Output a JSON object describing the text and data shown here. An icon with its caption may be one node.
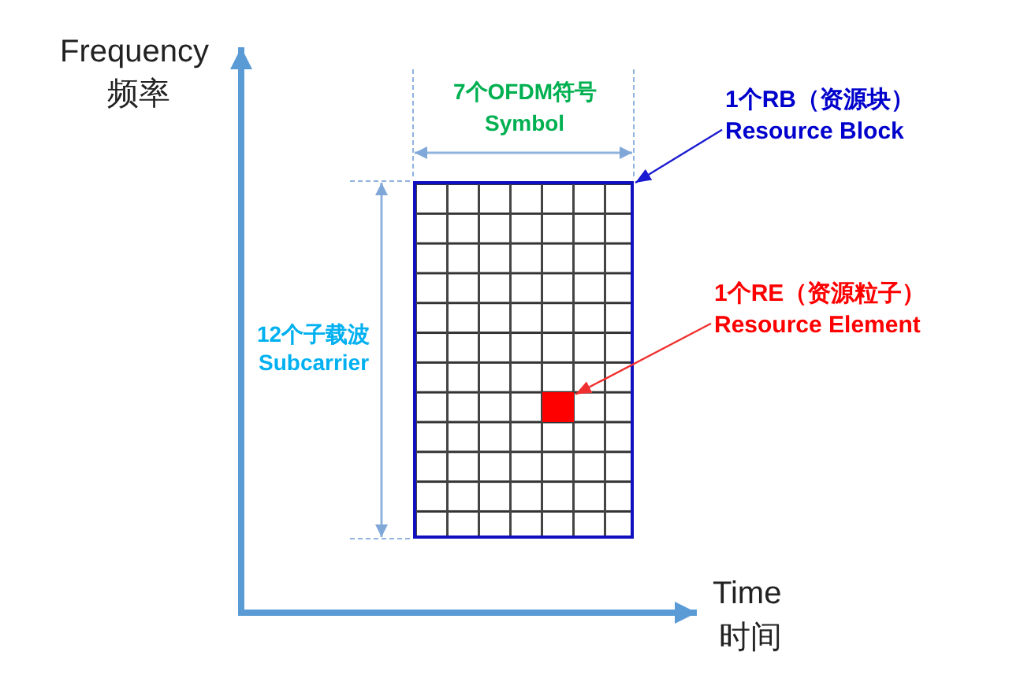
{
  "diagram": {
    "nodes": [
      {
        "text": [
          "1个RB（资源块）",
          "Resource Block"
        ]
      },
      {
        "text": [],
        "shape": "box"
      },
      {
        "text": [],
        "shape": "box",
        "in": 1
      },
      {
        "text": [
          "1个RE（资源粒子）",
          "Resource Element"
        ]
      }
    ],
    "edges": [
      {
        "from": 0,
        "to": 1,
        "arrow": "to",
        "color": "#1a1ad0"
      },
      {
        "from": 3,
        "to": 2,
        "arrow": "to",
        "color": "#f03030"
      }
    ],
    "labels": [
      "Frequency",
      "频率",
      "Time",
      "时间",
      "7个OFDM符号",
      "Symbol",
      "12个子载波",
      "Subcarrier"
    ]
  }
}
